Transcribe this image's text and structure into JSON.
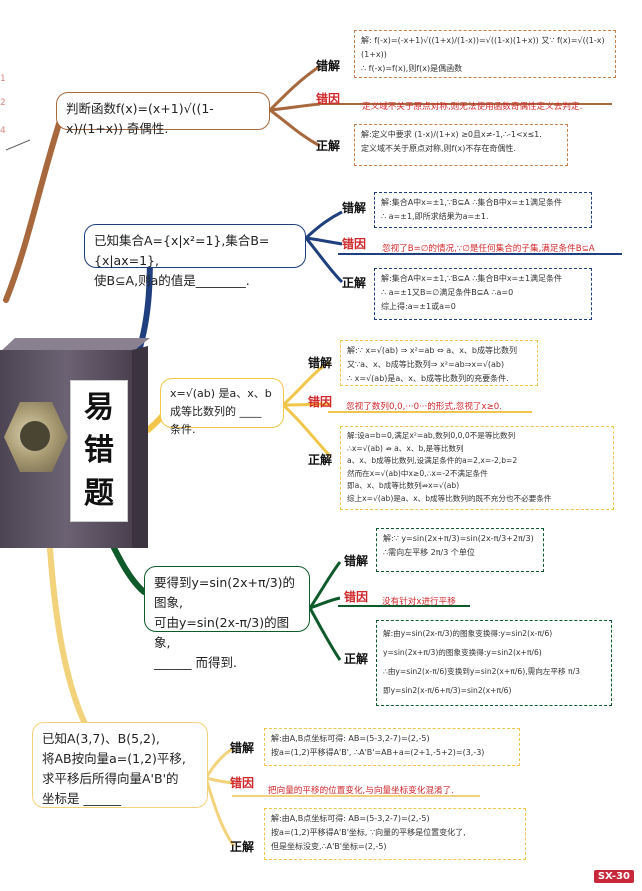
{
  "block": {
    "title_chars": [
      "易",
      "错",
      "题"
    ]
  },
  "labels": {
    "wrong": "错解",
    "cause": "错因",
    "right": "正解"
  },
  "problems": [
    {
      "question": "判断函数f(x)=(x+1)√((1-x)/(1+x)) 奇偶性.",
      "wrong_solution": "解: f(-x)=(-x+1)√((1+x)/(1-x))=√((1-x)(1+x))  又∵ f(x)=√((1-x)(1+x))\n∴ f(-x)=f(x),则f(x)是偶函数",
      "cause": "定义域不关于原点对称,则无法使用函数奇偶性定义去判定.",
      "right_solution": "解:定义中要求 (1-x)/(1+x) ≥0且x≠-1,∴-1<x≤1.\n定义域不关于原点对称,则f(x)不存在奇偶性."
    },
    {
      "question": "已知集合A={x|x²=1},集合B={x|ax=1},\n使B⊆A,则a的值是________.",
      "wrong_solution": "解:集合A中x=±1,∵B⊆A ∴集合B中x=±1满足条件\n∴ a=±1,即所求结果为a=±1.",
      "cause": "忽视了B=∅的情况,∵∅是任何集合的子集,满足条件B⊆A",
      "right_solution": "解:集合A中x=±1,∵B⊆A ∴集合B中x=±1满足条件\n∴ a=±1又B=∅满足条件B⊆A ∴a=0\n综上得:a=±1或a=0"
    },
    {
      "question": "x=√(ab) 是a、x、b\n成等比数列的 ____ 条件.",
      "wrong_solution": "解:∵ x=√(ab) ⇒ x²=ab ⇔ a、x、b成等比数列\n又∵a、x、b成等比数列⇒ x²=ab⇒x=√(ab)\n∴ x=√(ab)是a、x、b成等比数列的充要条件.",
      "cause": "忽视了数列0,0,···0···的形式,忽视了x≥0.",
      "right_solution": "解:设a=b=0,满足x²=ab,数列0,0,0不是等比数列\n∴x=√(ab) ⇏ a、x、b,是等比数列\na、x、b成等比数列,设满足条件的a=2,x=-2,b=2\n然而在x=√(ab)中x≥0,∴x=-2不满足条件\n即a、x、b成等比数列⇏x=√(ab)\n综上x=√(ab)是a、x、b成等比数列的既不充分也不必要条件"
    },
    {
      "question": "要得到y=sin(2x+π/3)的图象,\n可由y=sin(2x-π/3)的图象,\n______ 而得到.",
      "wrong_solution": "解:∵ y=sin(2x+π/3)=sin(2x-π/3+2π/3)\n∴需向左平移 2π/3 个单位",
      "cause": "没有针对x进行平移",
      "right_solution": "解:由y=sin(2x-π/3)的图象变换得:y=sin2(x-π/6)\ny=sin(2x+π/3)的图象变换得:y=sin2(x+π/6)\n∴由y=sin2(x-π/6)变换到y=sin2(x+π/6),需向左平移 π/3\n即y=sin2(x-π/6+π/3)=sin2(x+π/6)"
    },
    {
      "question": "已知A(3,7)、B(5,2),\n将AB按向量a=(1,2)平移,\n求平移后所得向量A'B'的\n坐标是 ______",
      "wrong_solution": "解:由A,B点坐标可得: AB=(5-3,2-7)=(2,-5)\n按a=(1,2)平移得A'B', ∴A'B'=AB+a=(2+1,-5+2)=(3,-3)",
      "cause": "把向量的平移的位置变化,与向量坐标变化混淆了.",
      "right_solution": "解:由A,B点坐标可得: AB=(5-3,2-7)=(2,-5)\n按a=(1,2)平移得A'B'坐标, ∵向量的平移是位置变化了,\n但是坐标没变,∴A'B'坐标=(2,-5)"
    }
  ],
  "colors": {
    "branch1": "#a7683d",
    "branch2": "#1f3f7e",
    "branch3": "#f2c64a",
    "branch4": "#0f5a2a",
    "branch5": "#f2d27a",
    "cause_red": "#d0282b",
    "page_badge": "#c8283a"
  },
  "page_number": "SX-30",
  "margin_marks": [
    "1",
    "2",
    "4"
  ]
}
